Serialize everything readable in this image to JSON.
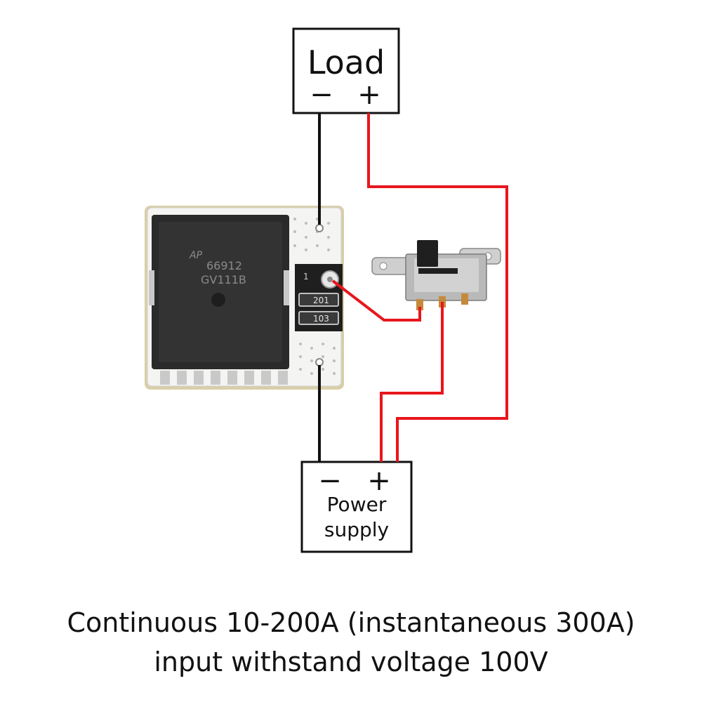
{
  "load_box": {
    "label": "Load",
    "minus": "−",
    "plus": "+"
  },
  "power_box": {
    "minus": "−",
    "plus": "+",
    "label_line1": "Power",
    "label_line2": "supply"
  },
  "chip": {
    "marking_line1": "66912",
    "marking_line2": "GV111B",
    "logo": "AP"
  },
  "board": {
    "resistor1": "201",
    "resistor2": "103",
    "pin_marker": "1"
  },
  "caption": {
    "line1": "Continuous 10-200A (instantaneous 300A)",
    "line2": "input withstand voltage 100V"
  },
  "colors": {
    "wire_negative": "#111111",
    "wire_positive": "#e8161c",
    "pcb": "#ffffff",
    "chip_body": "#2a2a2a"
  }
}
